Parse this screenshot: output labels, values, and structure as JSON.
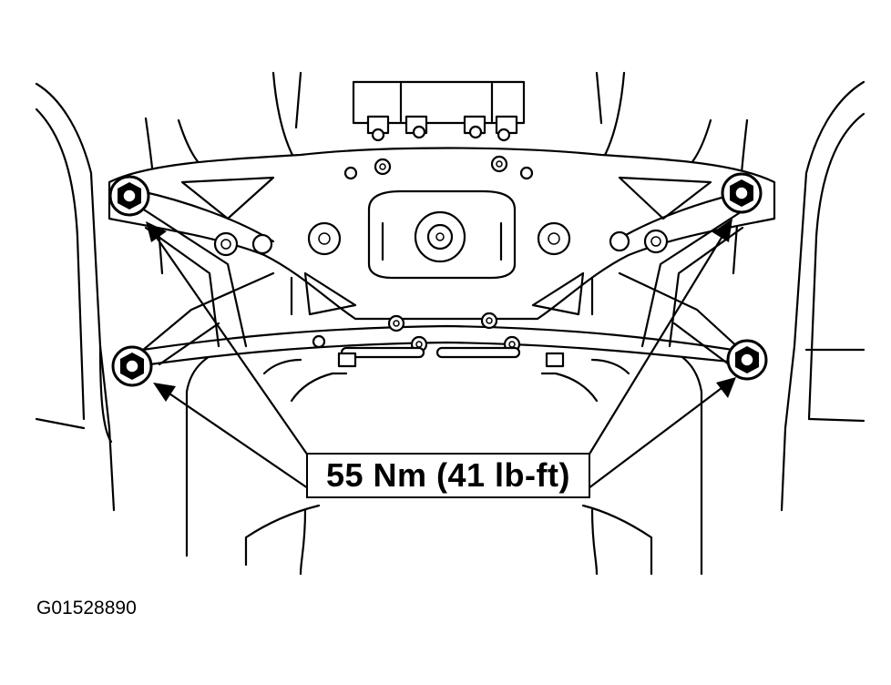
{
  "diagram": {
    "callout": {
      "torque_label": "55 Nm (41 lb-ft)"
    },
    "figure_id": "G01528890",
    "fasteners": [
      {
        "position": "upper-left"
      },
      {
        "position": "lower-left"
      },
      {
        "position": "upper-right"
      },
      {
        "position": "lower-right"
      }
    ]
  }
}
